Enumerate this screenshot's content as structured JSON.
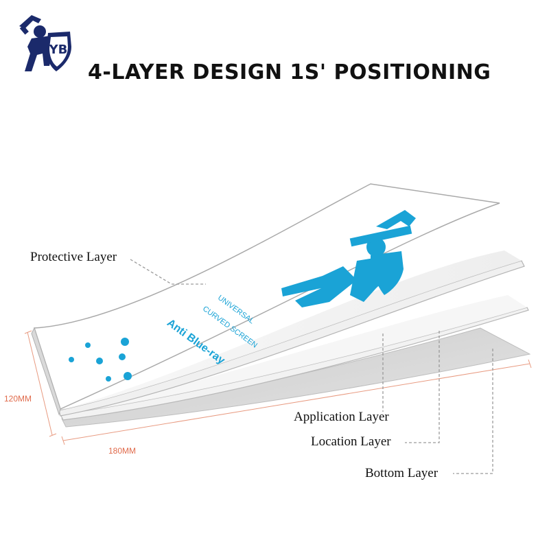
{
  "logo": {
    "lettering": "YB",
    "color": "#1b2a6b"
  },
  "title": "4-LAYER DESIGN 1S' POSITIONING",
  "layers": {
    "protective": "Protective Layer",
    "application": "Application Layer",
    "location": "Location Layer",
    "bottom": "Bottom Layer"
  },
  "dimensions": {
    "height": "120MM",
    "width": "180MM",
    "color": "#e06a4a"
  },
  "film_print": {
    "line1": "UNIVERSAL",
    "line2": "CURVED SCREEN",
    "line3": "Anti Blue-ray",
    "accent": "#1aa3d6"
  }
}
